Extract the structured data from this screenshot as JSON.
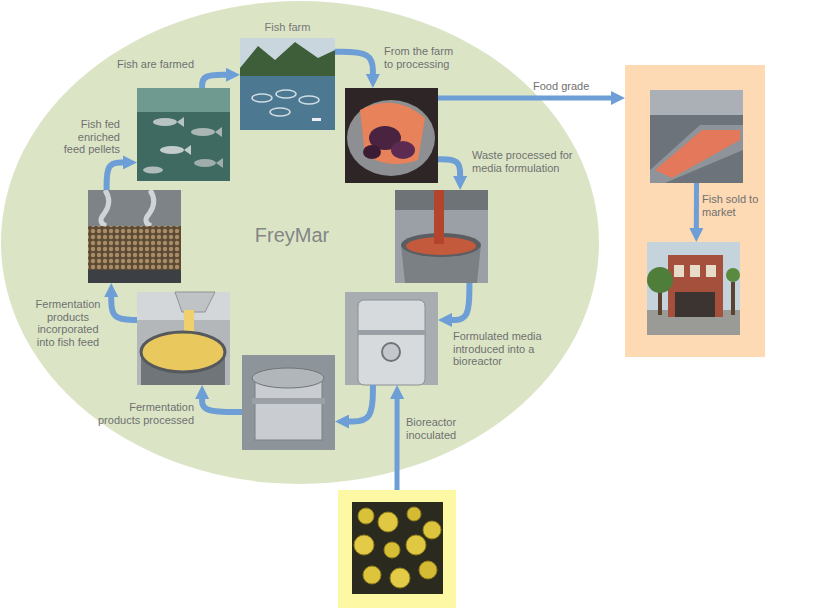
{
  "diagram": {
    "nodes": [
      {
        "text": [
          "FreyMar"
        ]
      },
      {
        "text": [
          "Fish farm"
        ],
        "in": 0
      },
      {
        "text": [],
        "in": 0
      },
      {
        "text": [],
        "in": 0
      },
      {
        "text": [],
        "in": 0
      },
      {
        "text": [],
        "in": 0
      },
      {
        "text": [],
        "in": 0
      },
      {
        "text": [],
        "in": 0
      },
      {
        "text": [],
        "in": 0
      },
      {
        "text": []
      },
      {
        "text": [],
        "in": 9
      },
      {
        "text": [],
        "in": 9
      },
      {
        "text": []
      }
    ],
    "edges": [
      {
        "from": 1,
        "to": 2,
        "arrow": "to",
        "label": "From the farm to processing"
      },
      {
        "from": 2,
        "to": 3,
        "arrow": "to",
        "label": "Waste processed for media formulation"
      },
      {
        "from": 3,
        "to": 4,
        "arrow": "to",
        "label": "Formulated media introduced into a bioreactor"
      },
      {
        "from": 12,
        "to": 4,
        "arrow": "to",
        "label": "Bioreactor inoculated"
      },
      {
        "from": 4,
        "to": 5,
        "arrow": "to"
      },
      {
        "from": 5,
        "to": 6,
        "arrow": "to",
        "label": "Fermentation products processed"
      },
      {
        "from": 6,
        "to": 7,
        "arrow": "to",
        "label": "Fermentation products incorporated into fish feed"
      },
      {
        "from": 7,
        "to": 8,
        "arrow": "to",
        "label": "Fish fed enriched feed pellets"
      },
      {
        "from": 8,
        "to": 1,
        "arrow": "to",
        "label": "Fish are farmed"
      },
      {
        "from": 2,
        "to": 9,
        "arrow": "to",
        "label": "Food grade"
      },
      {
        "from": 10,
        "to": 11,
        "arrow": "to",
        "label": "Fish sold to market"
      }
    ]
  }
}
